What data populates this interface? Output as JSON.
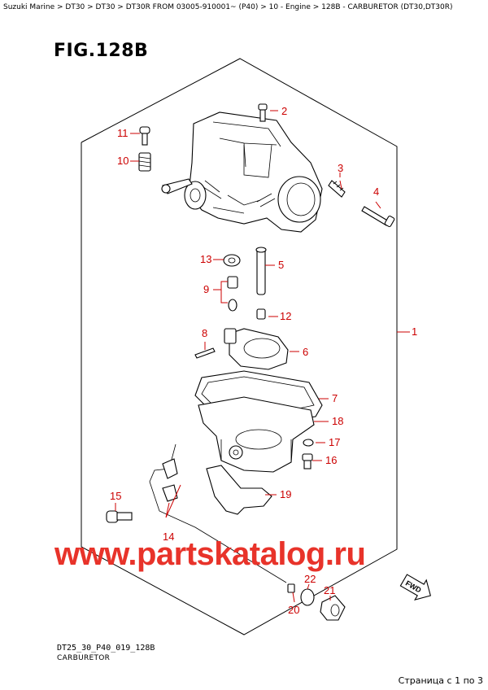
{
  "breadcrumb": "Suzuki Marine > DT30 > DT30 > DT30R FROM 03005-910001~ (P40) > 10 - Engine > 128B - CARBURETOR (DT30,DT30R)",
  "figure": {
    "title": "FIG.128B"
  },
  "callouts": {
    "c1": "1",
    "c2": "2",
    "c3": "3",
    "c4": "4",
    "c5": "5",
    "c6": "6",
    "c7": "7",
    "c8": "8",
    "c9": "9",
    "c10": "10",
    "c11": "11",
    "c12": "12",
    "c13": "13",
    "c14": "14",
    "c15": "15",
    "c16": "16",
    "c17": "17",
    "c18": "18",
    "c19": "19",
    "c20": "20",
    "c21": "21",
    "c22": "22"
  },
  "fwd_label": "FWD",
  "watermark": "www.partskatalog.ru",
  "footer": {
    "doc_code": "DT25_30_P40_019_128B",
    "caption": "CARBURETOR",
    "page_indicator": "Страница с 1 по 3"
  },
  "colors": {
    "callout": "#cc0000",
    "watermark": "#e8332a",
    "line": "#000000"
  }
}
